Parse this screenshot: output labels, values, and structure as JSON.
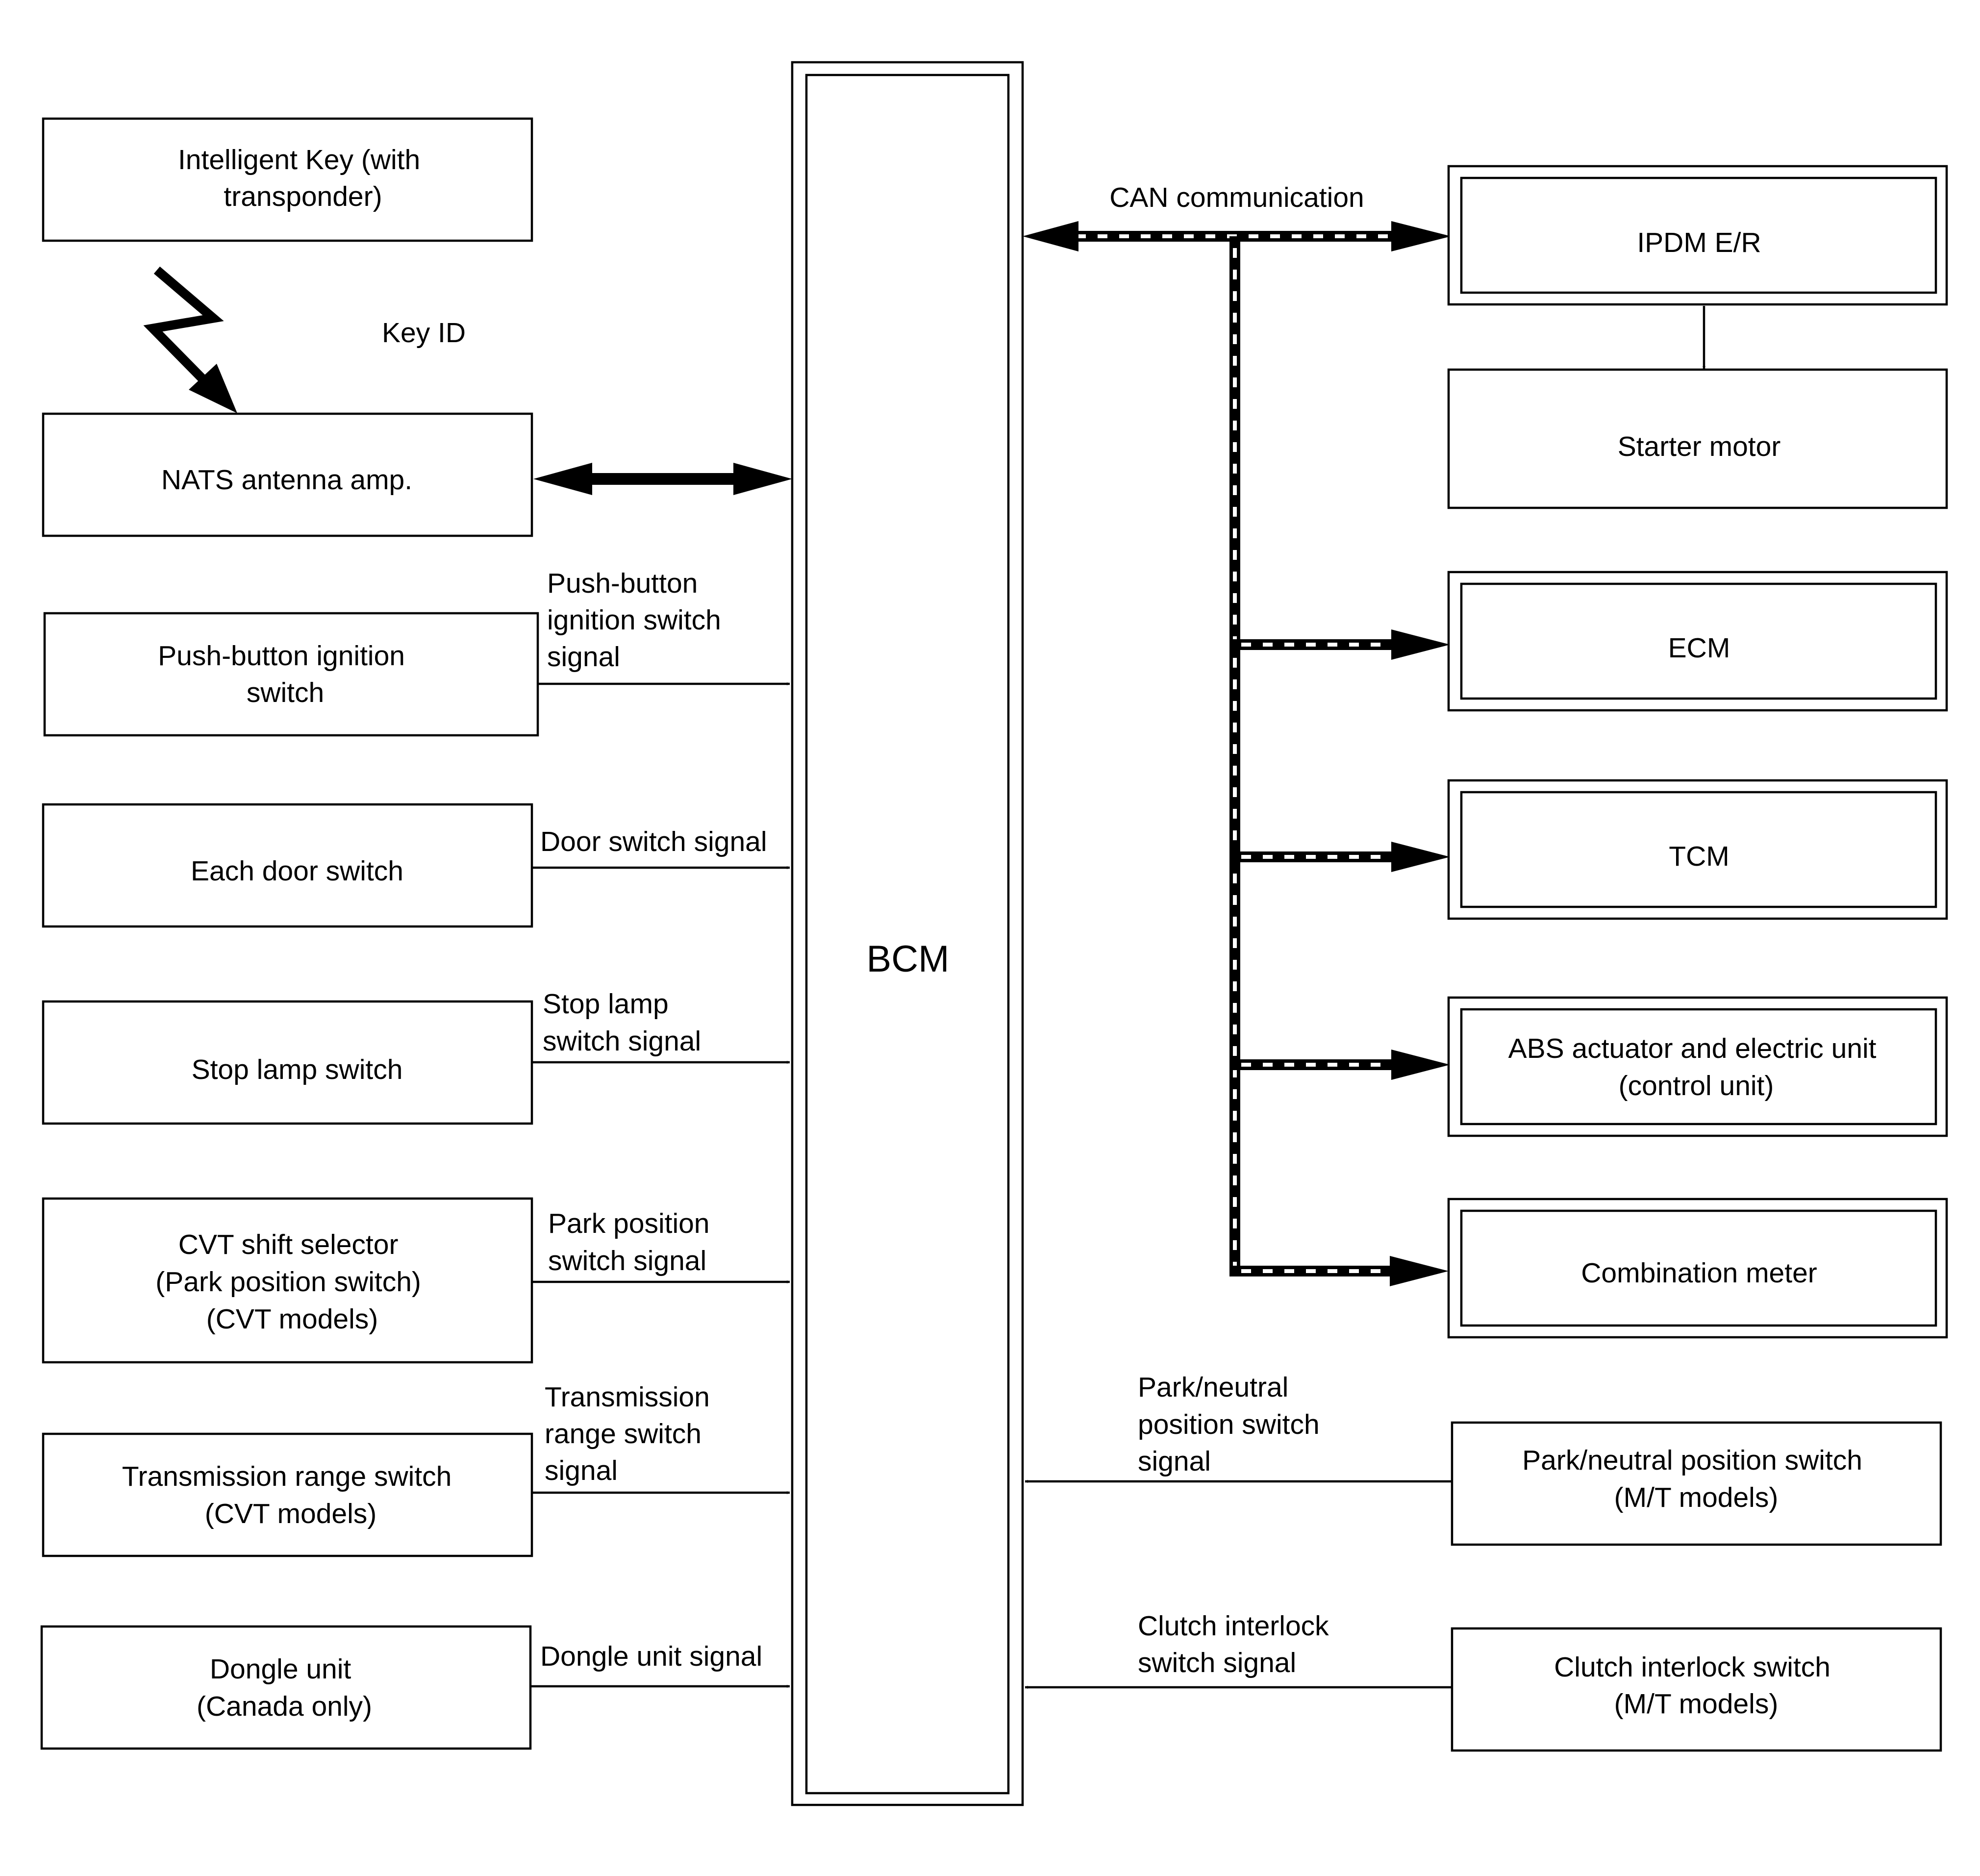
{
  "colors": {
    "line": "#000000",
    "background": "#ffffff"
  },
  "bcm": {
    "label": "BCM"
  },
  "can": {
    "label": "CAN communication"
  },
  "key_id": {
    "label": "Key ID"
  },
  "left_components": [
    {
      "lines": [
        "Intelligent Key (with",
        "transponder)"
      ]
    },
    {
      "lines": [
        "NATS antenna amp."
      ]
    },
    {
      "lines": [
        "Push-button ignition",
        "switch"
      ]
    },
    {
      "lines": [
        "Each door switch"
      ]
    },
    {
      "lines": [
        "Stop lamp switch"
      ]
    },
    {
      "lines": [
        "CVT shift selector",
        "(Park position switch)",
        "(CVT models)"
      ]
    },
    {
      "lines": [
        "Transmission range switch",
        "(CVT models)"
      ]
    },
    {
      "lines": [
        "Dongle unit",
        "(Canada only)"
      ]
    }
  ],
  "left_signals": [
    {
      "lines": [
        "Push-button",
        "ignition switch",
        "signal"
      ]
    },
    {
      "lines": [
        "Door switch signal"
      ]
    },
    {
      "lines": [
        "Stop lamp",
        "switch signal"
      ]
    },
    {
      "lines": [
        "Park position",
        "switch signal"
      ]
    },
    {
      "lines": [
        "Transmission",
        "range switch",
        "signal"
      ]
    },
    {
      "lines": [
        "Dongle unit signal"
      ]
    }
  ],
  "right_components": [
    {
      "lines": [
        "IPDM E/R"
      ]
    },
    {
      "lines": [
        "Starter motor"
      ]
    },
    {
      "lines": [
        "ECM"
      ]
    },
    {
      "lines": [
        "TCM"
      ]
    },
    {
      "lines": [
        "ABS actuator and electric unit",
        "(control unit)"
      ]
    },
    {
      "lines": [
        "Combination meter"
      ]
    },
    {
      "lines": [
        "Park/neutral position switch",
        "(M/T models)"
      ]
    },
    {
      "lines": [
        "Clutch interlock switch",
        "(M/T models)"
      ]
    }
  ],
  "right_signals": [
    {
      "lines": [
        "Park/neutral",
        "position switch",
        "signal"
      ]
    },
    {
      "lines": [
        "Clutch interlock",
        "switch signal"
      ]
    }
  ]
}
